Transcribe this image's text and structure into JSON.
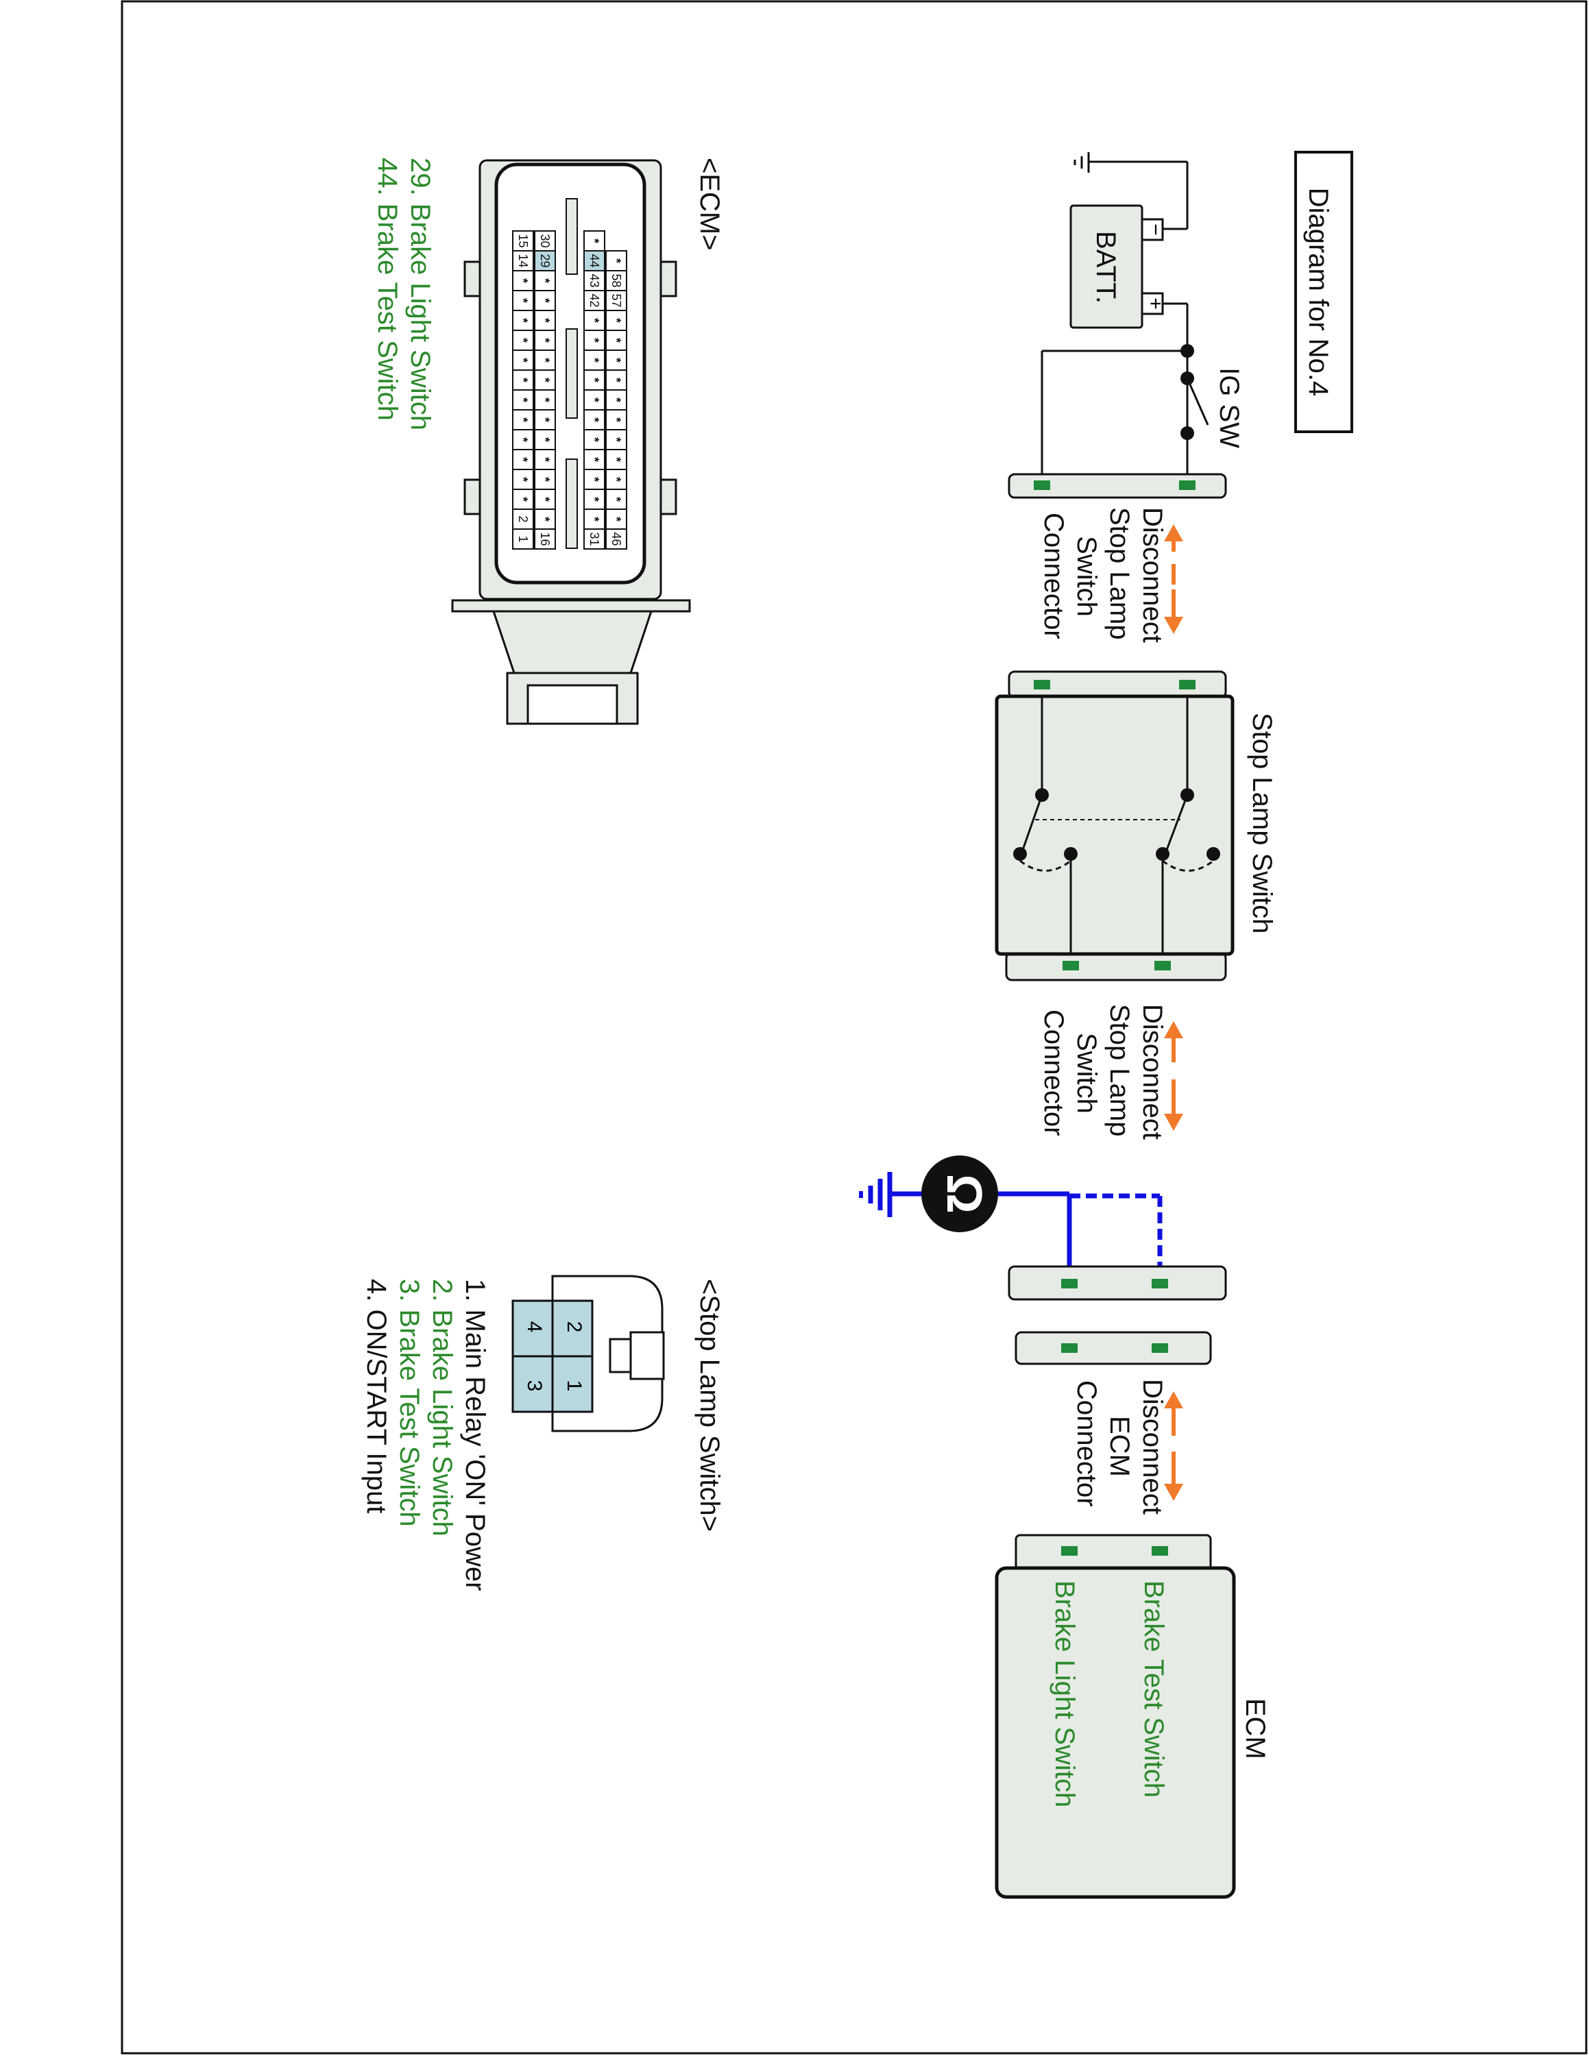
{
  "diagram": {
    "title": "Diagram for No.4",
    "ig_sw": "IG SW",
    "batt": "BATT.",
    "batt_neg": "−",
    "batt_pos": "+",
    "disconnect_stop_lamp": [
      "Disconnect",
      "Stop Lamp",
      "Switch",
      "Connector"
    ],
    "stop_lamp_switch_title": "Stop Lamp Switch",
    "ohm": "Ω",
    "disconnect_ecm": [
      "Disconnect",
      "ECM",
      "Connector"
    ],
    "ecm_title": "ECM",
    "ecm_brake_test": "Brake Test Switch",
    "ecm_brake_light": "Brake Light Switch"
  },
  "ecm_connector": {
    "title": "<ECM>",
    "legend": [
      "29. Brake Light Switch",
      "44. Brake Test Switch"
    ],
    "highlight_pins": [
      "29",
      "44"
    ],
    "row_top": [
      "46",
      "*",
      "*",
      "*",
      "*",
      "*",
      "*",
      "*",
      "*",
      "*",
      "*",
      "*",
      "57",
      "58",
      "*"
    ],
    "row_2": [
      "31",
      "*",
      "*",
      "*",
      "*",
      "*",
      "*",
      "*",
      "*",
      "*",
      "*",
      "*",
      "42",
      "43",
      "44",
      "*"
    ],
    "row_3": [
      "16",
      "*",
      "*",
      "*",
      "*",
      "*",
      "*",
      "*",
      "*",
      "*",
      "*",
      "*",
      "*",
      "*",
      "29",
      "30"
    ],
    "row_4": [
      "1",
      "2",
      "*",
      "*",
      "*",
      "*",
      "*",
      "*",
      "*",
      "*",
      "*",
      "*",
      "*",
      "*",
      "14",
      "15"
    ]
  },
  "stop_lamp_connector": {
    "title": "<Stop Lamp Switch>",
    "pins": [
      "2",
      "1",
      "4",
      "3"
    ],
    "legend": [
      "1. Main Relay 'ON' Power",
      "2. Brake Light Switch",
      "3. Brake Test Switch",
      "4. ON/START Input"
    ]
  },
  "colors": {
    "orange": "#f07a2a",
    "blue": "#1010e0",
    "green_pin": "#1f8a3a",
    "green_text": "#2b8a2b",
    "box_fill": "#e6ebe6",
    "pin_fill": "#b8d8e0"
  }
}
